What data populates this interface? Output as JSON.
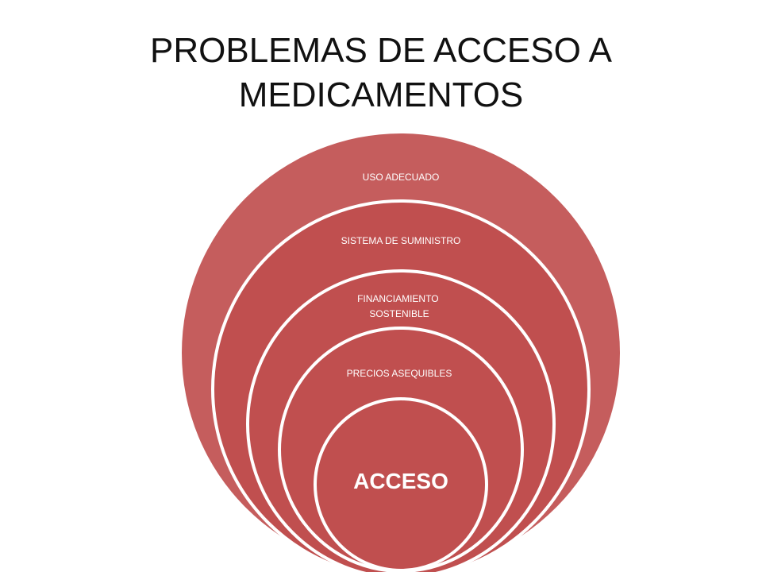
{
  "slide": {
    "title_line1": "PROBLEMAS DE ACCESO A",
    "title_line2": "MEDICAMENTOS"
  },
  "diagram": {
    "type": "nested-circles",
    "colors": {
      "outer_fill": "#c55d5d",
      "inner_fill": "#c04f4f",
      "ring_stroke": "#ffffff",
      "label_text": "#ffffff"
    },
    "layers": [
      {
        "label_lines": [
          "USO ADECUADO"
        ]
      },
      {
        "label_lines": [
          "SISTEMA DE SUMINISTRO"
        ]
      },
      {
        "label_lines": [
          "FINANCIAMIENTO",
          "SOSTENIBLE"
        ]
      },
      {
        "label_lines": [
          "PRECIOS ASEQUIBLES"
        ]
      },
      {
        "label_lines": [
          "ACCESO"
        ]
      }
    ]
  }
}
